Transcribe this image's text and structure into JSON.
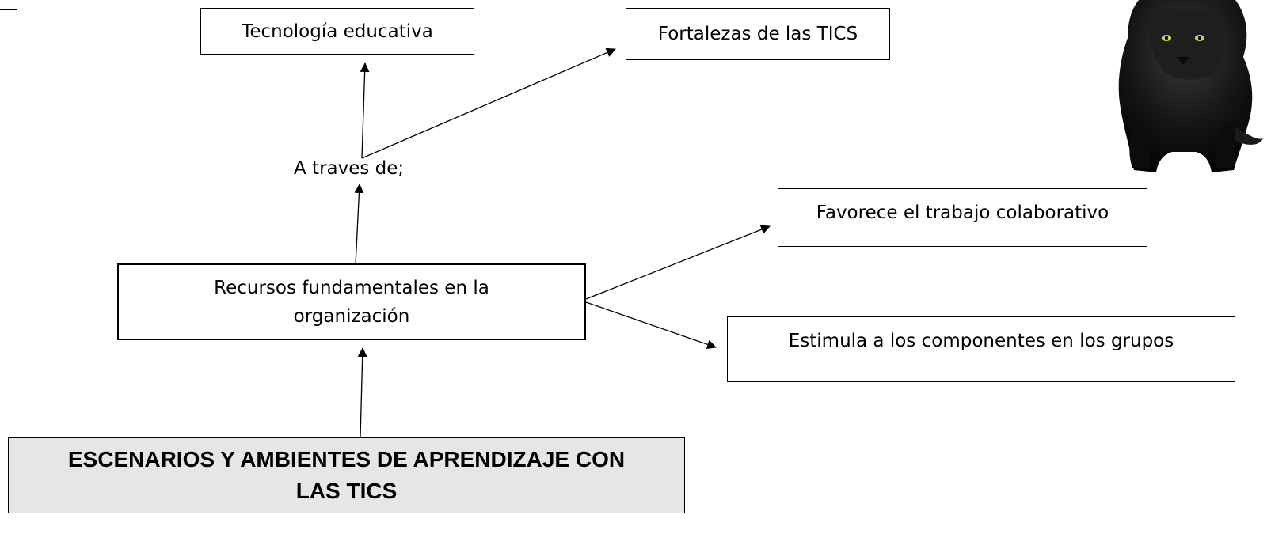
{
  "nodes": {
    "tecnologia": "Tecnología educativa",
    "fortalezas": "Fortalezas de las TICS",
    "a_traves": "A traves de;",
    "favorece": "Favorece el trabajo colaborativo",
    "recursos_line1": "Recursos fundamentales en la",
    "recursos_line2": "organización",
    "estimula": "Estimula a los componentes en los grupos",
    "title_line1": "ESCENARIOS Y AMBIENTES DE APRENDIZAJE CON",
    "title_line2": "LAS TICS"
  },
  "colors": {
    "title_fill": "#e6e6e6",
    "stroke": "#000000"
  },
  "image": {
    "icon": "black-panther-image"
  }
}
